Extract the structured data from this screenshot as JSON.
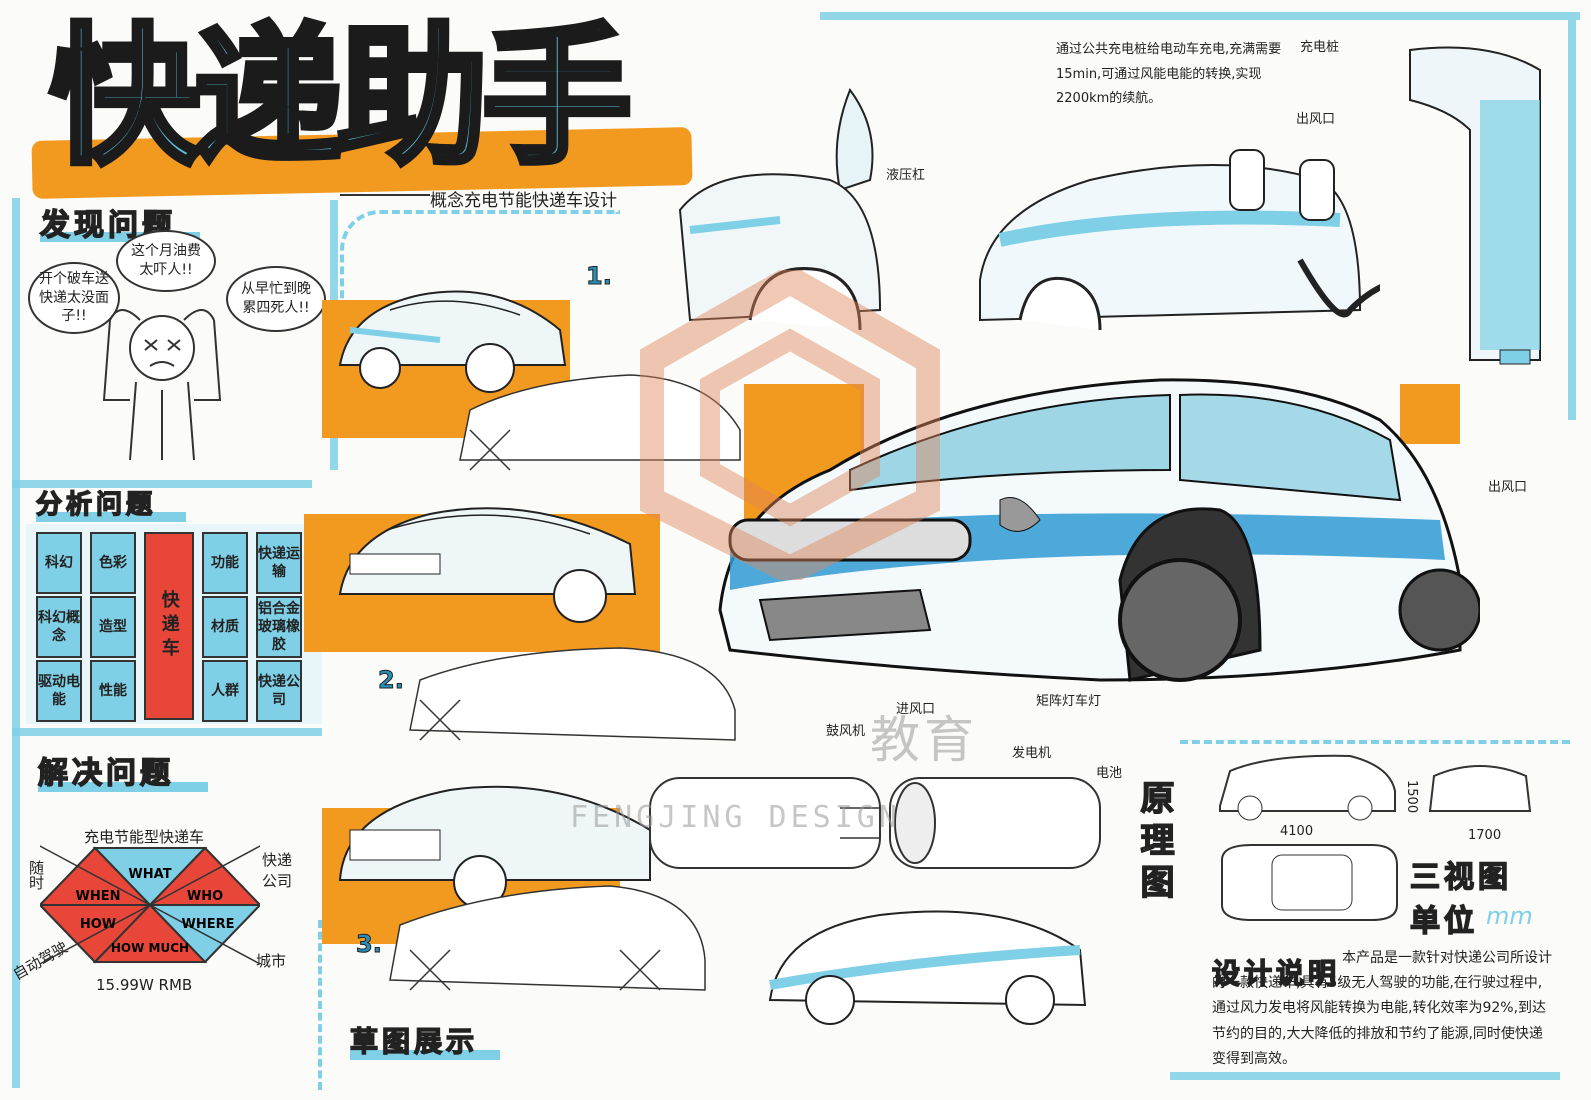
{
  "title": "快递助手",
  "subtitle": "概念充电节能快递车设计",
  "sections": {
    "discover": "发现问题",
    "analyze": "分析问题",
    "solve": "解决问题",
    "sketch": "草图展示",
    "principle": "原理图",
    "three_view": "三视图",
    "unit": "单位",
    "unit_value": "mm",
    "design_desc": "设计说明"
  },
  "bubbles": {
    "b1": "开个破车送快递太没面子!!",
    "b2": "这个月油费太吓人!!",
    "b3": "从早忙到晚累四死人!!"
  },
  "analysis": {
    "left": [
      "科幻",
      "色彩",
      "科幻概念",
      "造型",
      "驱动电能",
      "性能"
    ],
    "center": "快递车",
    "right": [
      "功能",
      "快递运输",
      "材质",
      "铝合金玻璃橡胶",
      "人群",
      "快递公司"
    ]
  },
  "solve": {
    "top": "充电节能型快递车",
    "left": "随时",
    "right": "快递公司",
    "bottom_left": "自动驾驶",
    "bottom_right": "城市",
    "price": "15.99W RMB",
    "labels": [
      "WHAT",
      "WHEN",
      "WHO",
      "HOW",
      "WHERE",
      "HOW MUCH"
    ]
  },
  "sketch_numbers": [
    "1.",
    "2.",
    "3."
  ],
  "callouts": {
    "hydraulic": "液压杠",
    "charger": "充电桩",
    "vent_top": "出风口",
    "vent_right": "出风口",
    "sedan_light": "矩阵灯车灯",
    "intake": "进风口",
    "fan": "鼓风机",
    "generator": "发电机",
    "battery": "电池"
  },
  "charging_note": "通过公共充电桩给电动车充电,充满需要15min,可通过风能电能的转换,实现2200km的续航。",
  "dimensions": {
    "length": "4100",
    "height": "1500",
    "width": "1700"
  },
  "design_text": "本产品是一款针对快递公司所设计的一款快递车,具有5级无人驾驶的功能,在行驶过程中,通过风力发电将风能转换为电能,转化效率为92%,到达节约的目的,大大降低的排放和节约了能源,同时使快递变得到高效。",
  "watermark": {
    "en": "FENGJING DESIGN",
    "cn": "教育"
  },
  "colors": {
    "accent_blue": "#7fd0e6",
    "accent_orange": "#f29a1f",
    "accent_red": "#e9463a"
  }
}
